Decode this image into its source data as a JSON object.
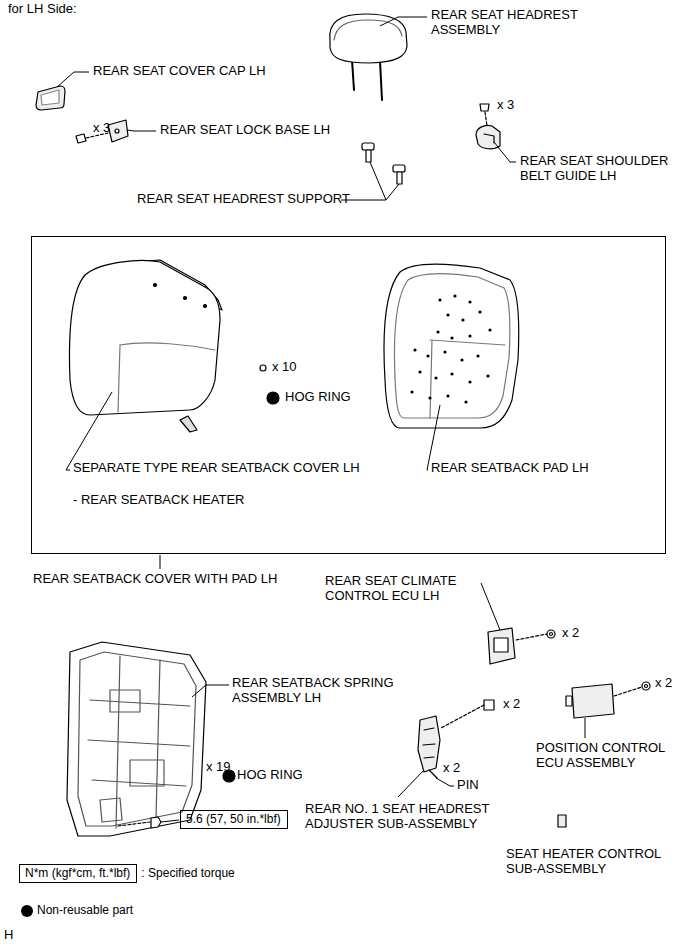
{
  "diagram": {
    "title": "for LH Side:",
    "nodes": [
      {
        "text": [
          "REAR SEATBACK COVER WITH PAD LH"
        ]
      },
      {
        "text": [
          "5.6 (57, 50 in.*lbf)"
        ]
      },
      {
        "text": [
          "N*m (kgf*cm, ft.*lbf)"
        ]
      }
    ],
    "labels": [
      "REAR SEAT HEADREST ASSEMBLY",
      "REAR SEAT COVER CAP LH",
      "x 3",
      "REAR SEAT LOCK BASE LH",
      "x 3",
      "REAR SEAT SHOULDER BELT GUIDE LH",
      "REAR SEAT HEADREST SUPPORT",
      "x 10",
      "HOG RING",
      "SEPARATE TYPE REAR SEATBACK COVER LH",
      "- REAR SEATBACK HEATER",
      "REAR SEATBACK PAD LH",
      "REAR SEAT CLIMATE CONTROL ECU LH",
      "x 2",
      "REAR SEATBACK SPRING ASSEMBLY LH",
      "x 19",
      "HOG RING",
      "x 2",
      "x 2",
      "PIN",
      "REAR NO. 1 SEAT HEADREST ADJUSTER SUB-ASSEMBLY",
      "POSITION CONTROL ECU ASSEMBLY",
      "x 2",
      "SEAT HEATER CONTROL SUB-ASSEMBLY",
      "H"
    ],
    "legend": [
      {
        "text": ": Specified torque"
      },
      {
        "text": "Non-reusable part"
      }
    ]
  }
}
